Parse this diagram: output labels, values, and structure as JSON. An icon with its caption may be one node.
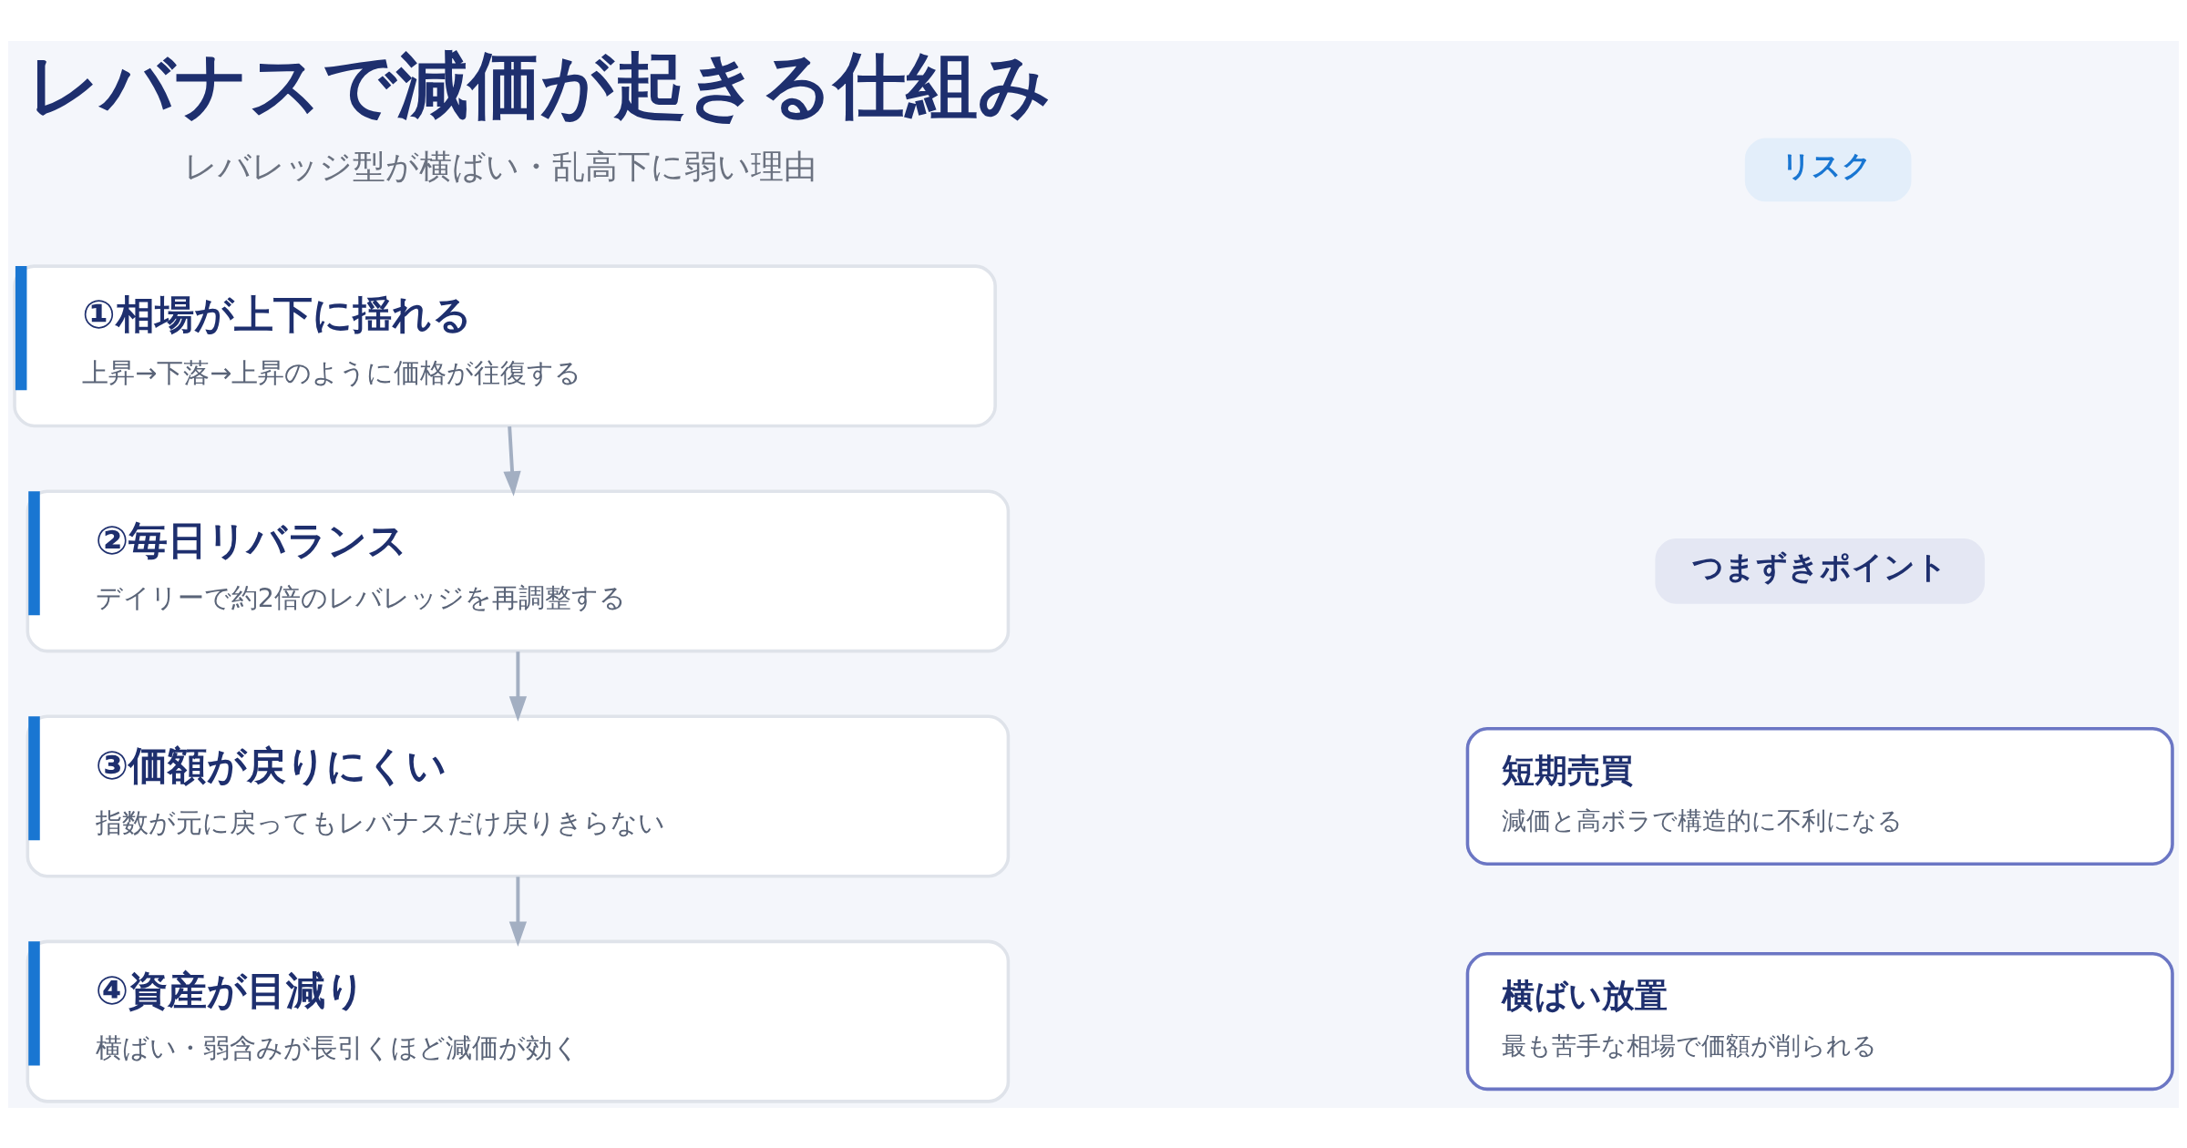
{
  "diagram": {
    "title": "レバナスで減価が起きる仕組み",
    "nodes": [
      {
        "text": [
          "リスク"
        ]
      },
      {
        "text": [
          "①相場が上下に揺れる",
          "上昇→下落→上昇のように価格が往復する"
        ]
      },
      {
        "text": [
          "②毎日リバランス",
          "デイリーで約2倍のレバレッジを再調整する"
        ]
      },
      {
        "text": [
          "③価額が戻りにくい",
          "指数が元に戻ってもレバナスだけ戻りきらない"
        ]
      },
      {
        "text": [
          "④資産が目減り",
          "横ばい・弱含みが長引くほど減価が効く"
        ]
      },
      {
        "text": [
          "つまずきポイント"
        ]
      },
      {
        "text": [
          "短期売買",
          "減価と高ボラで構造的に不利になる"
        ]
      },
      {
        "text": [
          "横ばい放置",
          "最も苦手な相場で価額が削られる"
        ]
      }
    ],
    "edges": [
      {
        "from": 1,
        "to": 2,
        "arrow": "to"
      },
      {
        "from": 2,
        "to": 3,
        "arrow": "to"
      },
      {
        "from": 3,
        "to": 4,
        "arrow": "to"
      }
    ],
    "labels": [
      "レバレッジ型が横ばい・乱高下に弱い理由"
    ]
  }
}
